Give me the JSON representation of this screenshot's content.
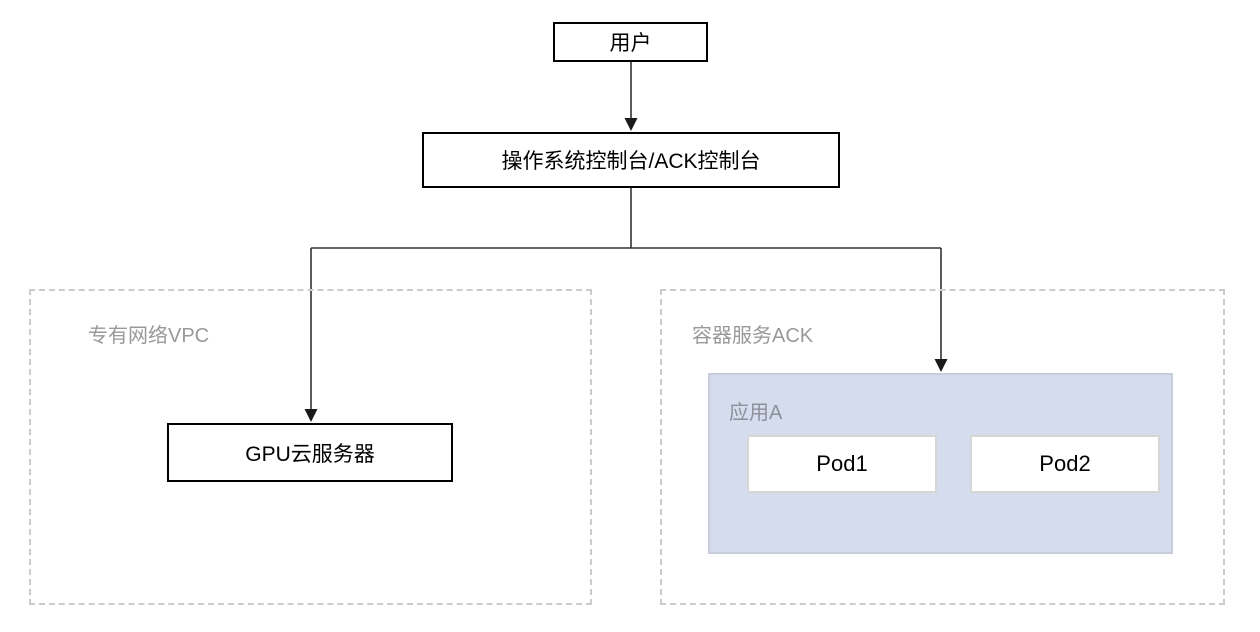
{
  "diagram": {
    "title": "GPU cloud server with ACK architecture diagram",
    "nodes": {
      "user": {
        "label": "用户"
      },
      "console": {
        "label": "操作系统控制台/ACK控制台"
      },
      "gpu_server": {
        "label": "GPU云服务器"
      },
      "pod1": {
        "label": "Pod1"
      },
      "pod2": {
        "label": "Pod2"
      }
    },
    "regions": {
      "vpc": {
        "label": "专有网络VPC"
      },
      "ack": {
        "label": "容器服务ACK"
      },
      "app": {
        "label": "应用A"
      }
    },
    "edges": [
      {
        "from": "user",
        "to": "console",
        "type": "arrow"
      },
      {
        "from": "console",
        "to": "gpu_server",
        "type": "arrow"
      },
      {
        "from": "console",
        "to": "app",
        "type": "arrow"
      }
    ],
    "colors": {
      "node_border": "#000000",
      "node_fill": "#ffffff",
      "region_border": "#cccccc",
      "region_label_text": "#999999",
      "app_panel_fill": "#d5dcee",
      "app_panel_border": "#c7cdda",
      "app_label_text": "#8c9099",
      "pod_border": "#d6d6d6",
      "connector_stroke": "#333333",
      "background": "#ffffff"
    }
  }
}
